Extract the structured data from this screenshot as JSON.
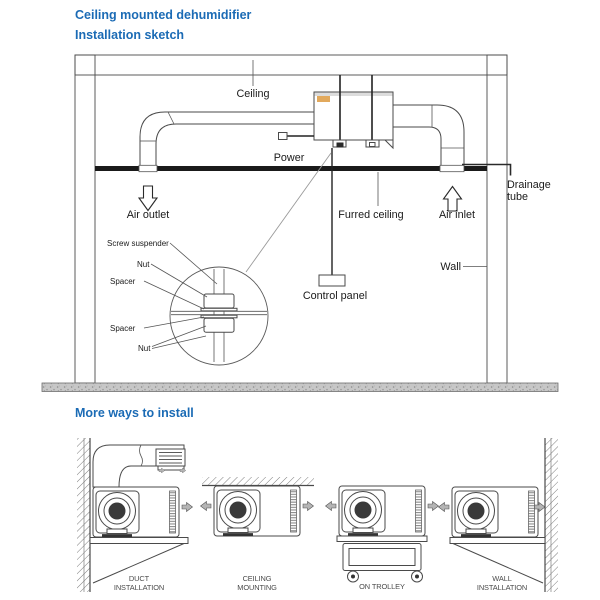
{
  "colors": {
    "accent": "#1b6bb5",
    "diagram_line": "#4a4a4a",
    "furred_ceiling_bar": "#1a1a1a",
    "unit_logo": "#dd9a3f",
    "floor_fill": "#c7c7c7"
  },
  "headings": {
    "title": "Ceiling mounted dehumidifier",
    "subtitle": "Installation sketch",
    "more_ways": "More ways to install"
  },
  "main": {
    "ceiling": "Ceiling",
    "power": "Power",
    "air_outlet": "Air outlet",
    "furred_ceiling": "Furred ceiling",
    "air_inlet": "Air inlet",
    "drainage_line1": "Drainage",
    "drainage_line2": "tube",
    "wall": "Wall",
    "control_panel": "Control panel",
    "detail": {
      "screw_suspender": "Screw suspender",
      "nut_top": "Nut",
      "spacer_top": "Spacer",
      "spacer_bottom": "Spacer",
      "nut_bottom": "Nut"
    }
  },
  "methods": [
    {
      "l1": "DUCT",
      "l2": "INSTALLATION"
    },
    {
      "l1": "CEILING",
      "l2": "MOUNTING"
    },
    {
      "l1": "ON TROLLEY",
      "l2": ""
    },
    {
      "l1": "WALL",
      "l2": "INSTALLATION"
    }
  ]
}
